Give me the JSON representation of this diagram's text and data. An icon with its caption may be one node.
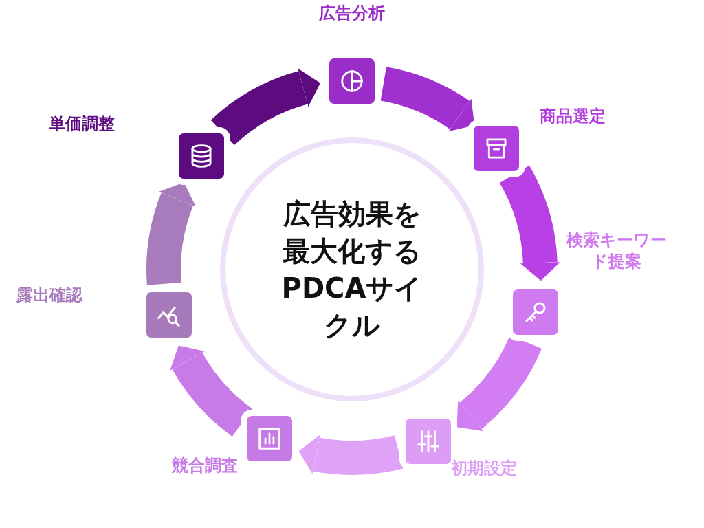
{
  "diagram": {
    "nodes": [
      {
        "text": [
          "広告効果を最大化するPDCAサイクル"
        ]
      },
      {
        "text": [
          "広告分析"
        ]
      },
      {
        "text": [
          "商品選定"
        ]
      },
      {
        "text": [
          "検索キーワード提案"
        ]
      },
      {
        "text": [
          "初期設定"
        ]
      },
      {
        "text": [
          "競合調査"
        ]
      },
      {
        "text": [
          "露出確認"
        ]
      },
      {
        "text": [
          "単価調整"
        ]
      }
    ],
    "edges": [
      {
        "from": 1,
        "to": 2,
        "arrow": "to",
        "color": "#a030d0"
      },
      {
        "from": 2,
        "to": 3,
        "arrow": "to",
        "color": "#b840e4"
      },
      {
        "from": 3,
        "to": 4,
        "arrow": "to",
        "color": "#d27ef2"
      },
      {
        "from": 4,
        "to": 5,
        "arrow": "to",
        "color": "#dfa2f6"
      },
      {
        "from": 5,
        "to": 6,
        "arrow": "to",
        "color": "#c77ae8"
      },
      {
        "from": 6,
        "to": 7,
        "arrow": "to",
        "color": "#a87cbc"
      },
      {
        "from": 7,
        "to": 1,
        "arrow": "to",
        "color": "#5c0c7e"
      }
    ]
  }
}
